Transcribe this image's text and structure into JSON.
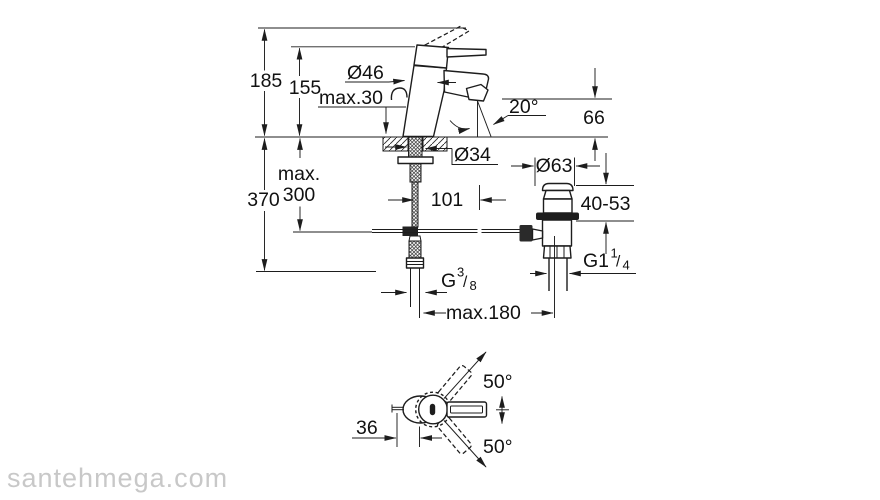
{
  "colors": {
    "line": "#1d1d1d",
    "text": "#111111",
    "watermark": "#c8c8c8",
    "background": "#ffffff"
  },
  "watermark": "santehmega.com",
  "side_view": {
    "total_height": "185",
    "body_height": "155",
    "deck_thickness": "max.30",
    "body_diameter": "Ø46",
    "spout_angle": "20°",
    "spout_height": "66",
    "shank_diameter": "Ø34",
    "spout_reach": "101",
    "hose_length": "370",
    "rod_depth_line1": "max.",
    "rod_depth_line2": "300",
    "hose_thread": {
      "prefix": "G",
      "numerator": "3",
      "slash": "/",
      "denominator": "8"
    },
    "drain": {
      "flange_diameter": "Ø63",
      "mounting_range": "40-53",
      "thread": {
        "prefix": "G1",
        "numerator": "1",
        "slash": "/",
        "denominator": "4"
      },
      "max_spacing": "max.180"
    }
  },
  "top_view": {
    "handle_swing_upper": "50°",
    "handle_swing_lower": "50°",
    "rod_offset": "36"
  }
}
